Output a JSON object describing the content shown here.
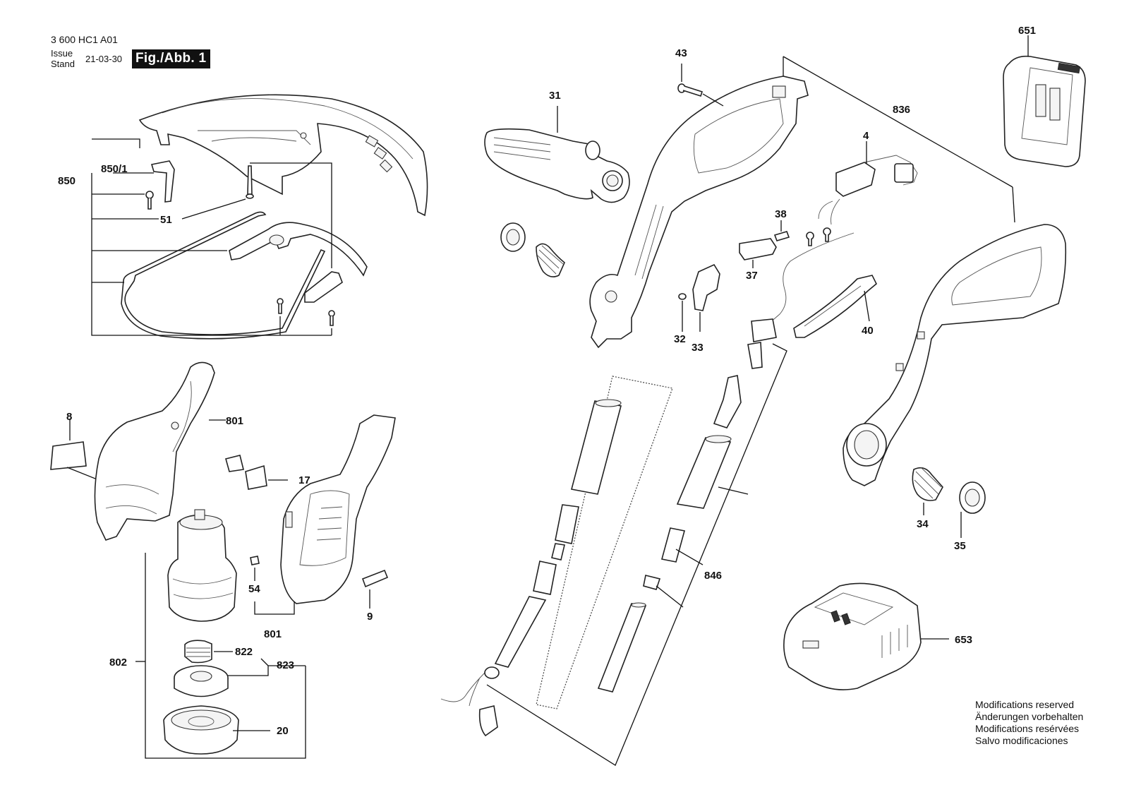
{
  "header": {
    "code": "3 600 HC1 A01",
    "issue_label": "Issue",
    "stand_label": "Stand",
    "date": "21-03-30",
    "figure": "Fig./Abb. 1"
  },
  "notes": [
    "Modifications reserved",
    "Änderungen vorbehalten",
    "Modifications resérvées",
    "Salvo modificaciones"
  ],
  "labels": {
    "p651": "651",
    "p43": "43",
    "p31": "31",
    "p836": "836",
    "p4": "4",
    "p850": "850",
    "p850_1": "850/1",
    "p51": "51",
    "p38": "38",
    "p37": "37",
    "p32": "32",
    "p33": "33",
    "p40": "40",
    "p8": "8",
    "p801a": "801",
    "p17": "17",
    "p54": "54",
    "p801b": "801",
    "p9": "9",
    "p802": "802",
    "p822": "822",
    "p823": "823",
    "p20": "20",
    "p846": "846",
    "p34": "34",
    "p35": "35",
    "p653": "653"
  }
}
